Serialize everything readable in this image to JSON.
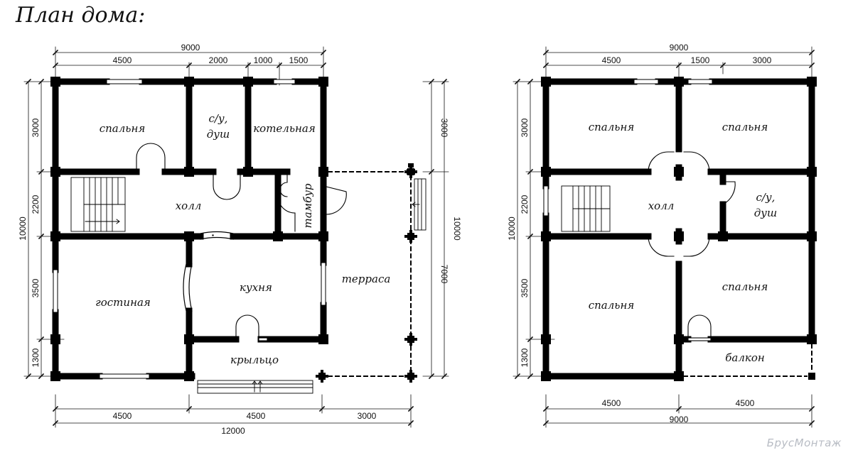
{
  "title": "План дома:",
  "watermark": "БрусМонтаж",
  "plan1": {
    "rooms": {
      "bedroom": "спальня",
      "bath": "с/у,",
      "bath2": "душ",
      "boiler": "котельная",
      "hall": "холл",
      "vestibule": "тамбур",
      "living": "гостиная",
      "kitchen": "кухня",
      "terrace": "терраса",
      "porch": "крыльцо"
    },
    "dims": {
      "top_total": "9000",
      "top_1": "4500",
      "top_2": "2000",
      "top_3": "1000",
      "top_4": "1500",
      "left_1": "3000",
      "left_2": "2200",
      "left_3": "3500",
      "left_4": "1300",
      "left_total": "10000",
      "right_1": "3000",
      "right_2": "7000",
      "right_total": "10000",
      "bottom_1": "4500",
      "bottom_2": "4500",
      "bottom_3": "3000",
      "bottom_total": "12000"
    }
  },
  "plan2": {
    "rooms": {
      "bedroom_tl": "спальня",
      "bedroom_tr": "спальня",
      "hall": "холл",
      "bath": "с/у,",
      "bath2": "душ",
      "bedroom_bl": "спальня",
      "bedroom_br": "спальня",
      "balcony": "балкон"
    },
    "dims": {
      "top_total": "9000",
      "top_1": "4500",
      "top_2": "1500",
      "top_3": "3000",
      "left_1": "3000",
      "left_2": "2200",
      "left_3": "3500",
      "left_4": "1300",
      "left_total": "10000",
      "bottom_1": "4500",
      "bottom_2": "4500",
      "bottom_total": "9000"
    }
  }
}
